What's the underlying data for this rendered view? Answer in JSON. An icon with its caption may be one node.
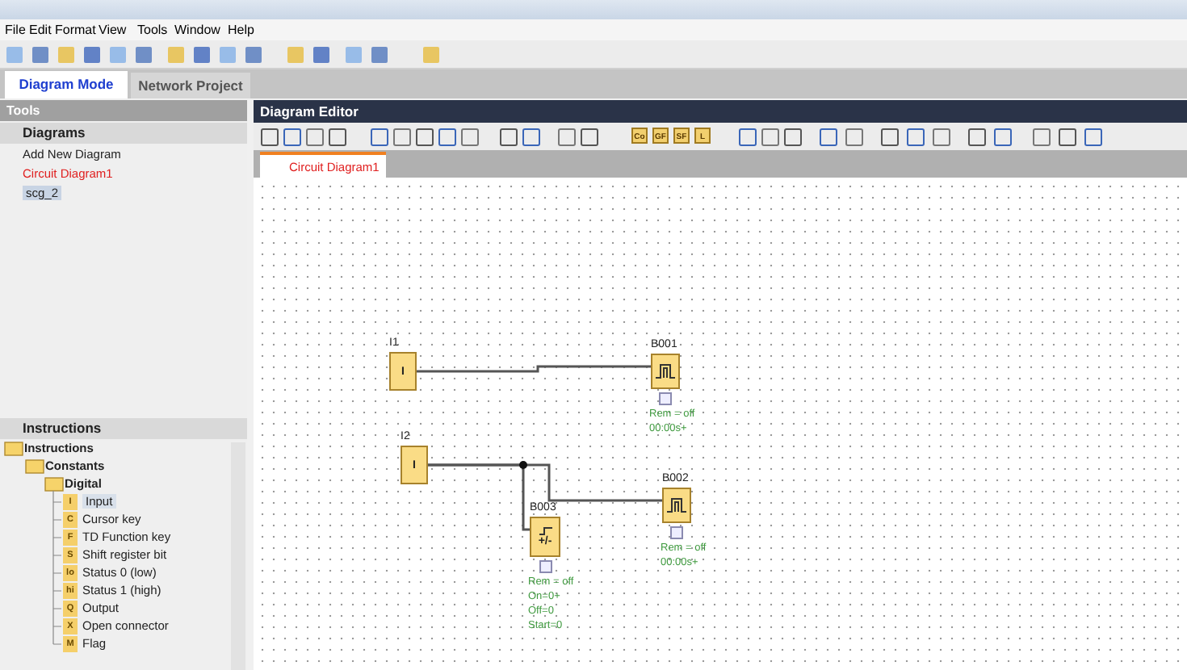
{
  "diagram": {
    "nodes": [
      {
        "text": [
          "I1",
          "I"
        ]
      },
      {
        "text": [
          "B001"
        ],
        "beside": [
          "Rem = off",
          "00:00s+"
        ]
      },
      {
        "text": [
          "I2",
          "I"
        ]
      },
      {
        "text": [
          "B003",
          "+/-"
        ],
        "beside": [
          "Rem = off",
          "On=0+",
          "Off=0",
          "Start=0"
        ]
      },
      {
        "text": [
          "B002"
        ],
        "beside": [
          "Rem = off",
          "00:00s+"
        ]
      }
    ],
    "edges": [
      {
        "from": 0,
        "to": 1,
        "arrow": "none"
      },
      {
        "from": 2,
        "to": 3,
        "arrow": "none"
      },
      {
        "from": 2,
        "to": 4,
        "arrow": "none"
      }
    ],
    "labels": [
      "File",
      "Edit",
      "Format",
      "View",
      "Tools",
      "Window",
      "Help",
      "Diagram Mode",
      "Network Project",
      "Tools",
      "Diagrams",
      "Add New Diagram",
      "Circuit Diagram1",
      "scg_2",
      "Instructions",
      "Instructions",
      "Constants",
      "Digital",
      "I",
      "Input",
      "C",
      "Cursor key",
      "F",
      "TD Function key",
      "S",
      "Shift register bit",
      "lo",
      "Status 0 (low)",
      "hi",
      "Status 1 (high)",
      "Q",
      "Output",
      "X",
      "Open connector",
      "M",
      "Flag",
      "Diagram Editor",
      "Co",
      "GF",
      "SF",
      "L",
      "Circuit Diagram1"
    ]
  }
}
